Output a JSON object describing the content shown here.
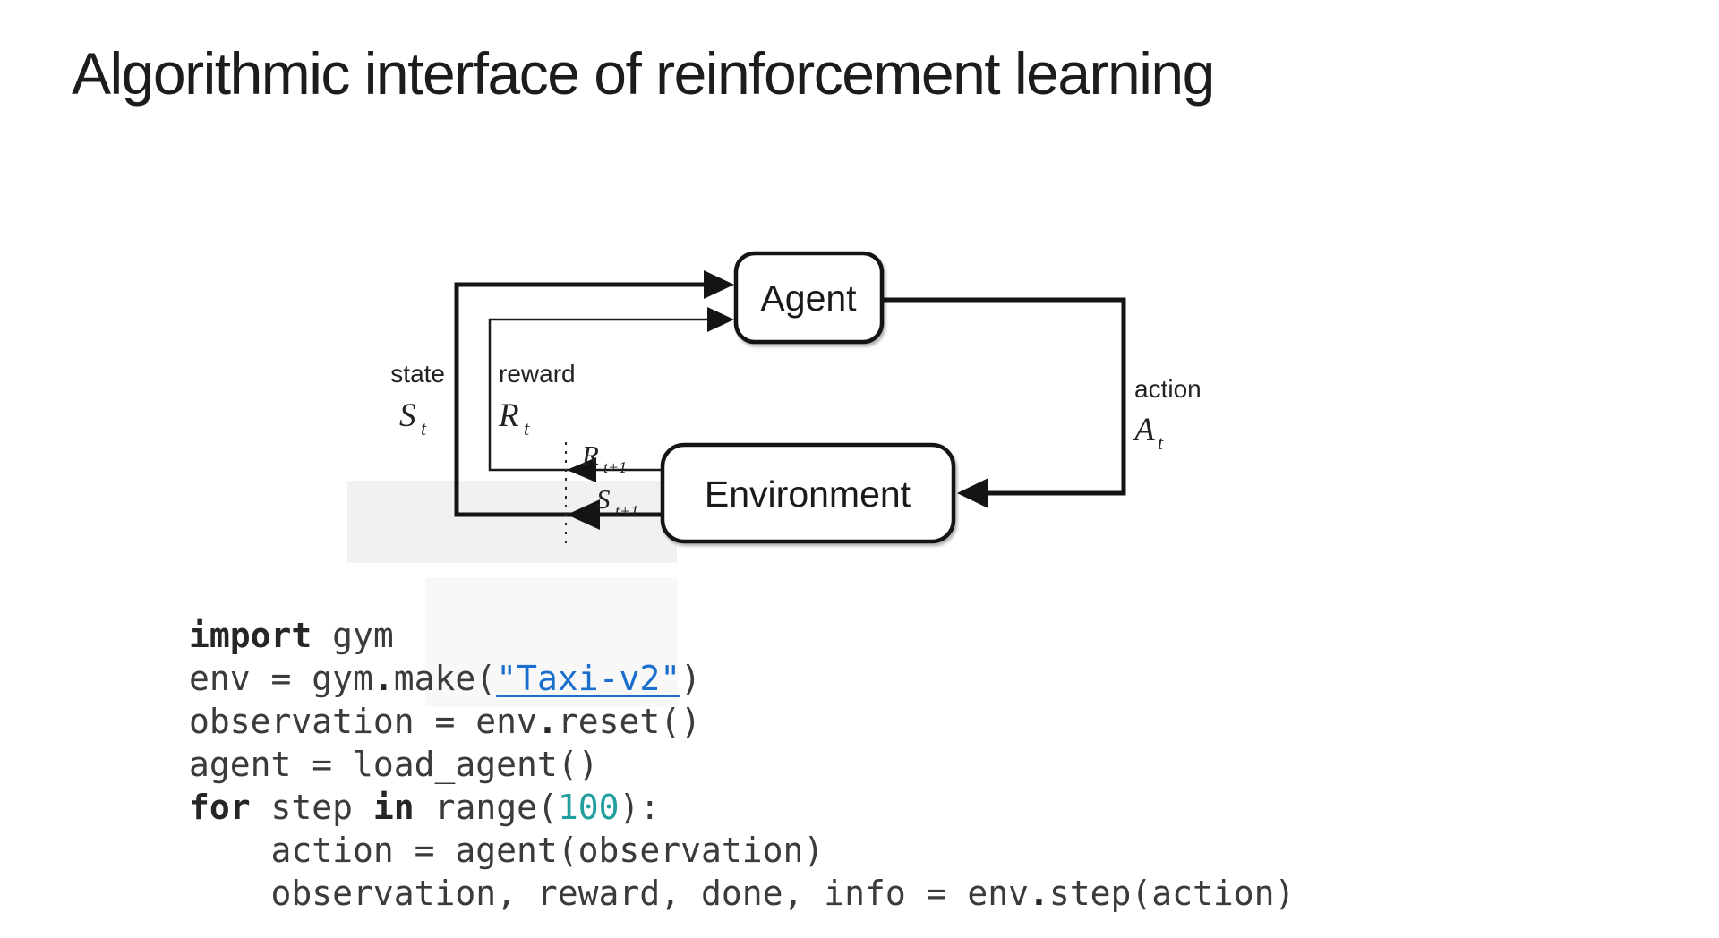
{
  "slide": {
    "title": "Algorithmic interface of reinforcement learning"
  },
  "diagram": {
    "agent_label": "Agent",
    "environment_label": "Environment",
    "state_label": "state",
    "state_symbol": "S",
    "state_sub": "t",
    "reward_label": "reward",
    "reward_symbol": "R",
    "reward_sub": "t",
    "action_label": "action",
    "action_symbol": "A",
    "action_sub": "t",
    "next_reward_symbol": "R",
    "next_reward_sub": "t+1",
    "next_state_symbol": "S",
    "next_state_sub": "t+1"
  },
  "colors": {
    "line_black": "#141414",
    "string_blue": "#1a6ecc",
    "number_teal": "#219e9e",
    "code_text": "#3b3b3b"
  },
  "code": {
    "lines": [
      [
        {
          "t": "import",
          "c": "kw"
        },
        {
          "t": " gym",
          "c": "pl"
        }
      ],
      [
        {
          "t": "env = gym",
          "c": "pl"
        },
        {
          "t": ".",
          "c": "op"
        },
        {
          "t": "make(",
          "c": "pl"
        },
        {
          "t": "\"Taxi-v2\"",
          "c": "str"
        },
        {
          "t": ")",
          "c": "pl"
        }
      ],
      [
        {
          "t": "observation = env",
          "c": "pl"
        },
        {
          "t": ".",
          "c": "op"
        },
        {
          "t": "reset()",
          "c": "pl"
        }
      ],
      [
        {
          "t": "agent = load_agent()",
          "c": "pl"
        }
      ],
      [
        {
          "t": "for",
          "c": "kw"
        },
        {
          "t": " step ",
          "c": "pl"
        },
        {
          "t": "in",
          "c": "kw"
        },
        {
          "t": " range(",
          "c": "pl"
        },
        {
          "t": "100",
          "c": "num"
        },
        {
          "t": "):",
          "c": "pl"
        }
      ],
      [
        {
          "t": "    action = agent(observation)",
          "c": "pl"
        }
      ],
      [
        {
          "t": "    observation, reward, done, info = env",
          "c": "pl"
        },
        {
          "t": ".",
          "c": "op"
        },
        {
          "t": "step(action)",
          "c": "pl"
        }
      ]
    ]
  }
}
